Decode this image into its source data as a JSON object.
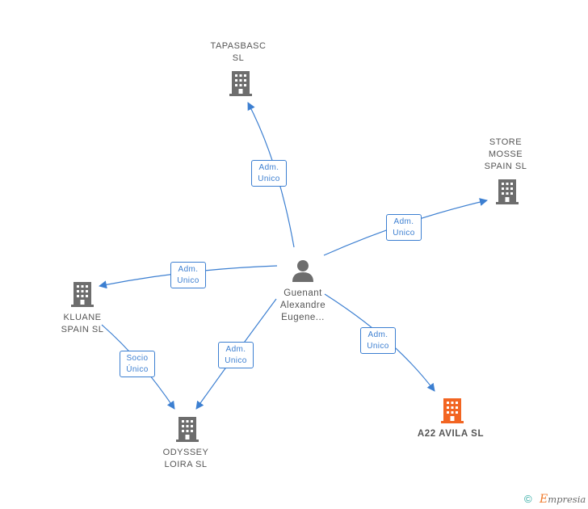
{
  "nodes": {
    "tapasbasc": {
      "line1": "TAPASBASC",
      "line2": "SL"
    },
    "store_mosse": {
      "line1": "STORE",
      "line2": "MOSSE",
      "line3": "SPAIN SL"
    },
    "kluane": {
      "line1": "KLUANE",
      "line2": "SPAIN SL"
    },
    "odyssey": {
      "line1": "ODYSSEY",
      "line2": "LOIRA  SL"
    },
    "a22": {
      "line1": "A22 AVILA  SL"
    },
    "person": {
      "line1": "Guenant",
      "line2": "Alexandre",
      "line3": "Eugene..."
    }
  },
  "edges": {
    "to_tapasbasc": {
      "line1": "Adm.",
      "line2": "Unico"
    },
    "to_store": {
      "line1": "Adm.",
      "line2": "Unico"
    },
    "to_kluane": {
      "line1": "Adm.",
      "line2": "Unico"
    },
    "to_odyssey": {
      "line1": "Adm.",
      "line2": "Unico"
    },
    "to_a22": {
      "line1": "Adm.",
      "line2": "Unico"
    },
    "kluane_to_odyssey": {
      "line1": "Socio",
      "line2": "Único"
    }
  },
  "colors": {
    "edge": "#3c7fd1",
    "company_icon": "#6d6d6d",
    "focus_icon": "#f26522",
    "person_icon": "#6d6d6d"
  },
  "icons": {
    "company": "building-icon",
    "person": "person-icon"
  },
  "footer": {
    "copyright": "©",
    "brand_initial": "E",
    "brand_rest": "mpresia"
  }
}
